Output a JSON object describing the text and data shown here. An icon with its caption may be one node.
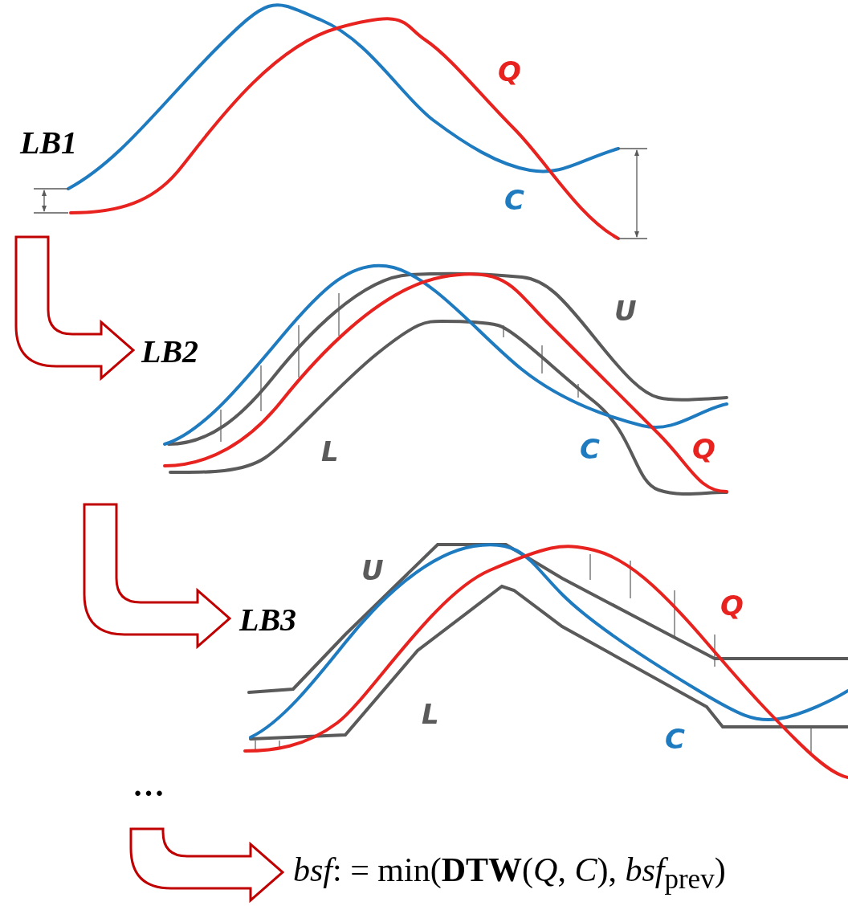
{
  "diagram": {
    "nodes": [
      {
        "text": [
          "LB1"
        ]
      },
      {
        "text": [
          "LB2"
        ]
      },
      {
        "text": [
          "LB3"
        ]
      },
      {
        "text": [
          "…"
        ]
      },
      {
        "text": [
          "*bsf*: = min(**DTW**(*Q*, *C*), *bsf*$_{prev}$)"
        ]
      }
    ],
    "edges": [
      {
        "from": 0,
        "to": 1,
        "arrow": "to"
      },
      {
        "from": 1,
        "to": 2,
        "arrow": "to"
      },
      {
        "from": 3,
        "to": 4,
        "arrow": "to"
      }
    ],
    "labels": [
      "Q",
      "C",
      "U",
      "C",
      "Q",
      "L",
      "U",
      "Q",
      "L",
      "C"
    ]
  }
}
